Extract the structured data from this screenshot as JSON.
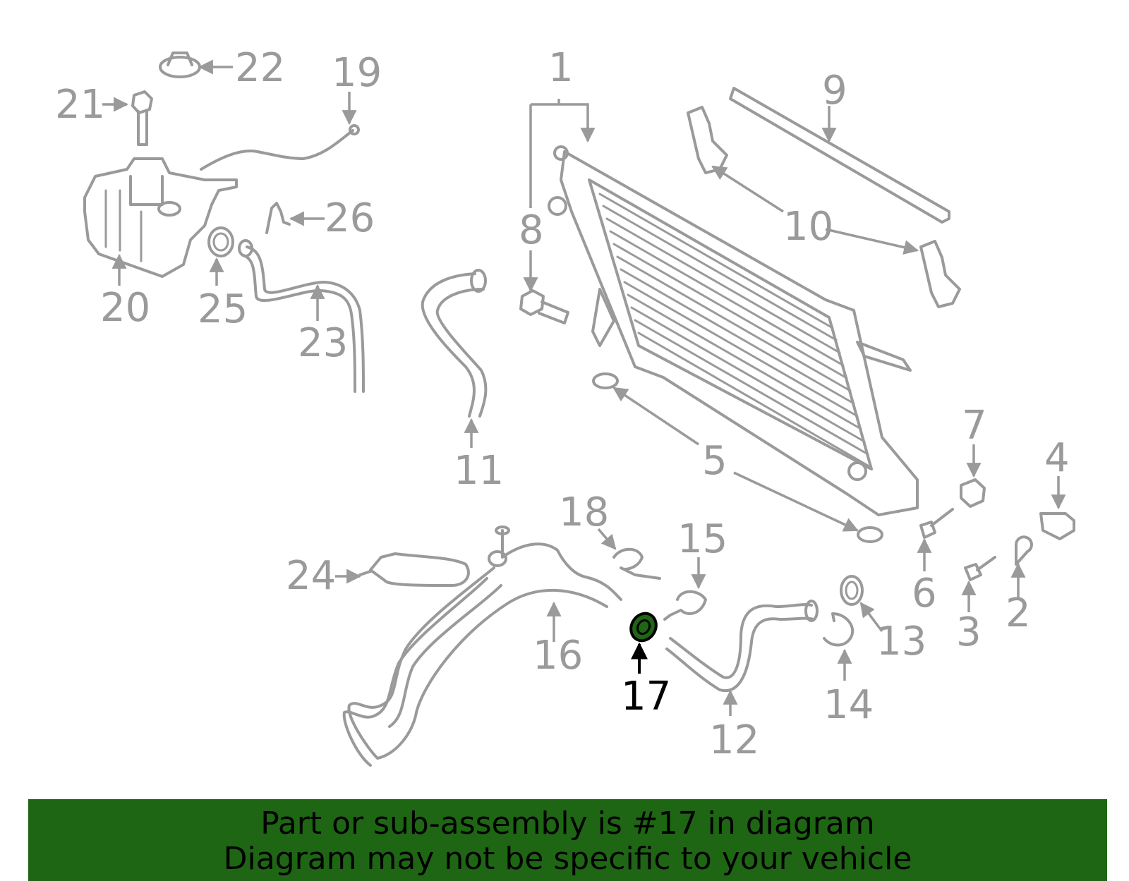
{
  "highlight_color": "#1e6614",
  "part_color": "#9a9a9a",
  "callouts": {
    "c1": "1",
    "c2": "2",
    "c3": "3",
    "c4": "4",
    "c5": "5",
    "c6": "6",
    "c7": "7",
    "c8": "8",
    "c9": "9",
    "c10": "10",
    "c11": "11",
    "c12": "12",
    "c13": "13",
    "c14": "14",
    "c15": "15",
    "c16": "16",
    "c17": "17",
    "c18": "18",
    "c19": "19",
    "c20": "20",
    "c21": "21",
    "c22": "22",
    "c23": "23",
    "c24": "24",
    "c25": "25",
    "c26": "26"
  },
  "highlighted_part": "17",
  "banner": {
    "line1": "Part or sub-assembly is #17 in diagram",
    "line2": "Diagram may not be specific to your vehicle"
  }
}
